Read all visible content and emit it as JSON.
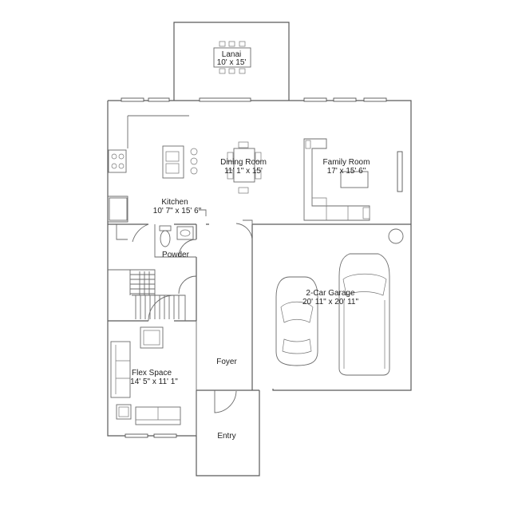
{
  "floor_plan": {
    "rooms": {
      "lanai": {
        "name": "Lanai",
        "size": "10' x 15'"
      },
      "dining": {
        "name": "Dining Room",
        "size": "11' 1\" x 15'"
      },
      "family": {
        "name": "Family Room",
        "size": "17' x 15' 6\""
      },
      "kitchen": {
        "name": "Kitchen",
        "size": "10' 7\" x 15' 6\""
      },
      "powder": {
        "name": "Powder"
      },
      "garage": {
        "name": "2-Car Garage",
        "size": "20' 11\" x 20' 11\""
      },
      "foyer": {
        "name": "Foyer"
      },
      "flex": {
        "name": "Flex Space",
        "size": "14' 5\" x 11' 1\""
      },
      "entry": {
        "name": "Entry"
      }
    }
  }
}
